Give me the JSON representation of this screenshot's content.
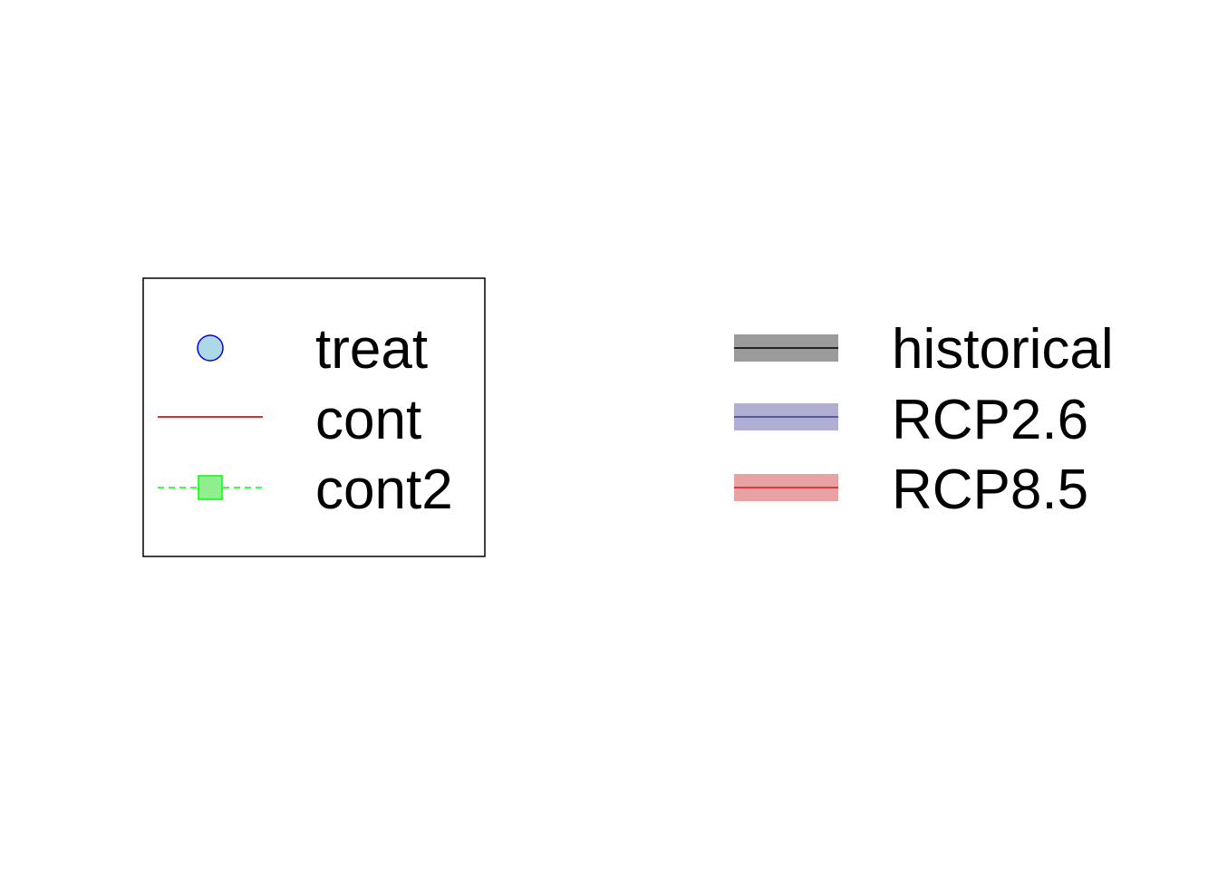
{
  "legends": [
    {
      "boxed": true,
      "entries": [
        {
          "label": "treat",
          "symbol": "circle-icon",
          "fill": "#ADD8E6",
          "stroke": "#0000FF"
        },
        {
          "label": "cont",
          "symbol": "solid-line",
          "stroke": "#FF0000"
        },
        {
          "label": "cont2",
          "symbol": "dashed-line-square-icon",
          "fill": "#90EE90",
          "stroke": "#00FF00"
        }
      ]
    },
    {
      "boxed": false,
      "entries": [
        {
          "label": "historical",
          "symbol": "band-with-line",
          "band": "#9B9B9B",
          "stroke": "#000000"
        },
        {
          "label": "RCP2.6",
          "symbol": "band-with-line",
          "band": "#B0AFD3",
          "stroke": "#3B3B8E"
        },
        {
          "label": "RCP8.5",
          "symbol": "band-with-line",
          "band": "#E9A2A4",
          "stroke": "#D7191C"
        }
      ]
    }
  ]
}
